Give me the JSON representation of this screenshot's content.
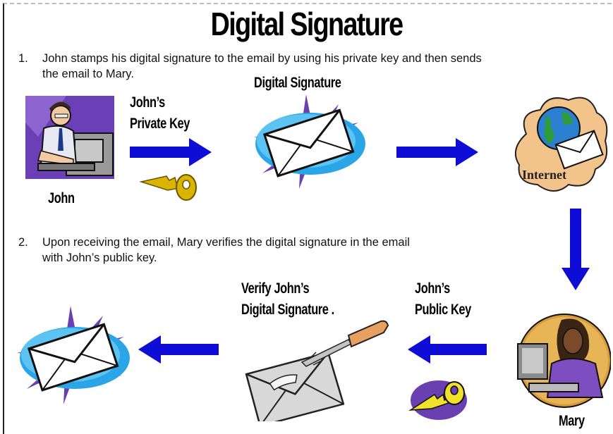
{
  "title": "Digital Signature",
  "steps": [
    {
      "number": "1.",
      "text_line1": "John stamps his digital signature to the email by using his private key and then sends",
      "text_line2": "the email to Mary."
    },
    {
      "number": "2.",
      "text_line1": "Upon receiving the email, Mary verifies the digital signature in the email",
      "text_line2": "with John’s public key."
    }
  ],
  "labels": {
    "john": "John",
    "mary": "Mary",
    "private_key_line1": "John’s",
    "private_key_line2": "Private Key",
    "digital_signature": "Digital Signature",
    "internet": "Internet",
    "verify_line1": "Verify John’s",
    "verify_line2": "Digital Signature .",
    "public_key_line1": "John’s",
    "public_key_line2": "Public Key"
  },
  "colors": {
    "arrow": "#0d0dd6",
    "burst": "#6a3fb0",
    "splash": "#2aa6e8",
    "cloud": "#f2c38a",
    "key": "#d9b400"
  }
}
